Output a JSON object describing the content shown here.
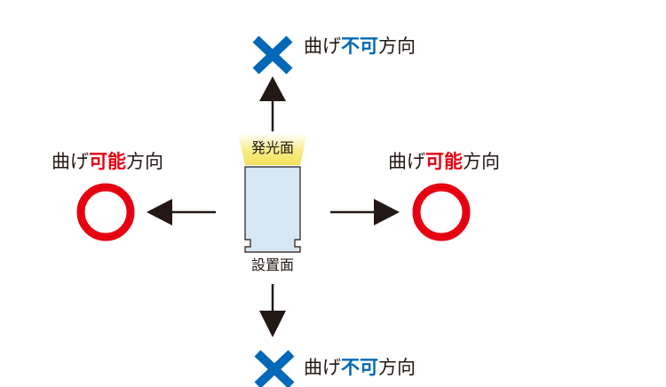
{
  "labels": {
    "top": {
      "pre": "曲げ",
      "highlight": "不可",
      "post": "方向"
    },
    "bottom": {
      "pre": "曲げ",
      "highlight": "不可",
      "post": "方向"
    },
    "left": {
      "pre": "曲げ",
      "highlight": "可能",
      "post": "方向"
    },
    "right": {
      "pre": "曲げ",
      "highlight": "可能",
      "post": "方向"
    }
  },
  "component": {
    "emitting_face": "発光面",
    "mounting_face": "設置面"
  },
  "colors": {
    "ok": "#e60012",
    "ng": "#0068b7",
    "text": "#231815",
    "arrow": "#231815",
    "glow": "#f5e66a",
    "body": "#d6e6f2"
  },
  "icons": {
    "ok": "circle-ok-icon",
    "ng": "cross-ng-icon"
  }
}
